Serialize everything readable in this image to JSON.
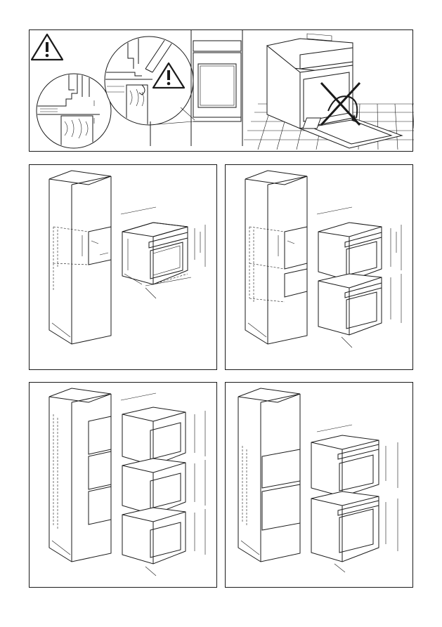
{
  "page": {
    "panels": [
      {
        "id": "warning-panel",
        "description_icon": "warning-icon"
      },
      {
        "id": "single-oven-panel"
      },
      {
        "id": "oven-over-oven-panel"
      },
      {
        "id": "triple-stack-panel"
      },
      {
        "id": "compact-over-oven-panel"
      }
    ]
  },
  "icons": {
    "warning": "warning-icon",
    "prohibited": "prohibited-x-icon",
    "dimension_arrow": "dimension-arrow-icon"
  },
  "colors": {
    "line": "#1a1a1a",
    "background": "#ffffff"
  }
}
